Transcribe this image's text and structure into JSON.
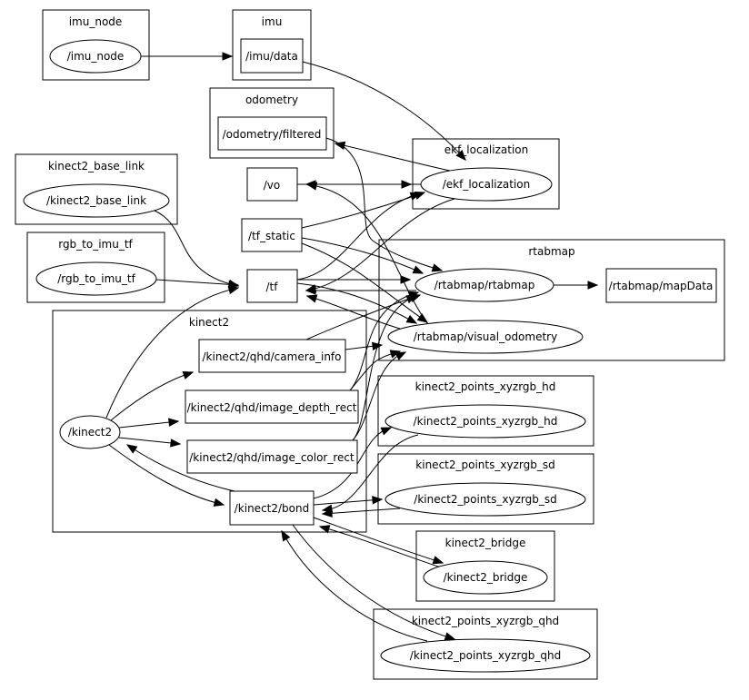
{
  "graph": {
    "colors": {
      "stroke": "#000000",
      "background": "#ffffff"
    },
    "clusters": [
      {
        "id": "imu_node",
        "label": "imu_node"
      },
      {
        "id": "imu",
        "label": "imu"
      },
      {
        "id": "odometry",
        "label": "odometry"
      },
      {
        "id": "ekf_localization",
        "label": "ekf_localization"
      },
      {
        "id": "kinect2_base_link",
        "label": "kinect2_base_link"
      },
      {
        "id": "rgb_to_imu_tf",
        "label": "rgb_to_imu_tf"
      },
      {
        "id": "rtabmap",
        "label": "rtabmap"
      },
      {
        "id": "kinect2",
        "label": "kinect2"
      },
      {
        "id": "kinect2_points_xyzrgb_hd",
        "label": "kinect2_points_xyzrgb_hd"
      },
      {
        "id": "kinect2_points_xyzrgb_sd",
        "label": "kinect2_points_xyzrgb_sd"
      },
      {
        "id": "kinect2_bridge",
        "label": "kinect2_bridge"
      },
      {
        "id": "kinect2_points_xyzrgb_qhd",
        "label": "kinect2_points_xyzrgb_qhd"
      }
    ],
    "nodes": [
      {
        "id": "n_imu_node",
        "label": "/imu_node",
        "kind": "node"
      },
      {
        "id": "t_imu_data",
        "label": "/imu/data",
        "kind": "topic"
      },
      {
        "id": "t_odom_filtered",
        "label": "/odometry/filtered",
        "kind": "topic"
      },
      {
        "id": "n_ekf",
        "label": "/ekf_localization",
        "kind": "node"
      },
      {
        "id": "n_kinect2_base_link",
        "label": "/kinect2_base_link",
        "kind": "node"
      },
      {
        "id": "t_vo",
        "label": "/vo",
        "kind": "topic"
      },
      {
        "id": "t_tf_static",
        "label": "/tf_static",
        "kind": "topic"
      },
      {
        "id": "n_rgb_to_imu_tf",
        "label": "/rgb_to_imu_tf",
        "kind": "node"
      },
      {
        "id": "t_tf",
        "label": "/tf",
        "kind": "topic"
      },
      {
        "id": "n_rtabmap",
        "label": "/rtabmap/rtabmap",
        "kind": "node"
      },
      {
        "id": "t_mapdata",
        "label": "/rtabmap/mapData",
        "kind": "topic"
      },
      {
        "id": "n_visual_odom",
        "label": "/rtabmap/visual_odometry",
        "kind": "node"
      },
      {
        "id": "t_camera_info",
        "label": "/kinect2/qhd/camera_info",
        "kind": "topic"
      },
      {
        "id": "t_depth_rect",
        "label": "/kinect2/qhd/image_depth_rect",
        "kind": "topic"
      },
      {
        "id": "t_color_rect",
        "label": "/kinect2/qhd/image_color_rect",
        "kind": "topic"
      },
      {
        "id": "n_kinect2",
        "label": "/kinect2",
        "kind": "node"
      },
      {
        "id": "t_bond",
        "label": "/kinect2/bond",
        "kind": "topic"
      },
      {
        "id": "n_points_hd",
        "label": "/kinect2_points_xyzrgb_hd",
        "kind": "node"
      },
      {
        "id": "n_points_sd",
        "label": "/kinect2_points_xyzrgb_sd",
        "kind": "node"
      },
      {
        "id": "n_bridge",
        "label": "/kinect2_bridge",
        "kind": "node"
      },
      {
        "id": "n_points_qhd",
        "label": "/kinect2_points_xyzrgb_qhd",
        "kind": "node"
      }
    ],
    "edges": [
      {
        "from": "n_imu_node",
        "to": "t_imu_data"
      },
      {
        "from": "t_imu_data",
        "to": "n_ekf"
      },
      {
        "from": "n_ekf",
        "to": "t_odom_filtered"
      },
      {
        "from": "t_odom_filtered",
        "to": "n_rtabmap"
      },
      {
        "from": "n_ekf",
        "to": "t_vo"
      },
      {
        "from": "t_vo",
        "to": "n_ekf"
      },
      {
        "from": "n_visual_odom",
        "to": "t_vo"
      },
      {
        "from": "t_tf_static",
        "to": "n_ekf"
      },
      {
        "from": "t_tf_static",
        "to": "n_rtabmap"
      },
      {
        "from": "t_tf_static",
        "to": "n_visual_odom"
      },
      {
        "from": "n_kinect2_base_link",
        "to": "t_tf"
      },
      {
        "from": "n_rgb_to_imu_tf",
        "to": "t_tf"
      },
      {
        "from": "n_kinect2",
        "to": "t_tf"
      },
      {
        "from": "n_ekf",
        "to": "t_tf"
      },
      {
        "from": "t_tf",
        "to": "n_ekf"
      },
      {
        "from": "t_tf",
        "to": "n_rtabmap"
      },
      {
        "from": "n_rtabmap",
        "to": "t_tf"
      },
      {
        "from": "t_tf",
        "to": "n_visual_odom"
      },
      {
        "from": "n_visual_odom",
        "to": "t_tf"
      },
      {
        "from": "n_rtabmap",
        "to": "t_mapdata"
      },
      {
        "from": "n_kinect2",
        "to": "t_camera_info"
      },
      {
        "from": "n_kinect2",
        "to": "t_depth_rect"
      },
      {
        "from": "n_kinect2",
        "to": "t_color_rect"
      },
      {
        "from": "t_camera_info",
        "to": "n_rtabmap"
      },
      {
        "from": "t_camera_info",
        "to": "n_visual_odom"
      },
      {
        "from": "t_depth_rect",
        "to": "n_rtabmap"
      },
      {
        "from": "t_depth_rect",
        "to": "n_visual_odom"
      },
      {
        "from": "t_color_rect",
        "to": "n_rtabmap"
      },
      {
        "from": "t_color_rect",
        "to": "n_visual_odom"
      },
      {
        "from": "n_kinect2",
        "to": "t_bond"
      },
      {
        "from": "t_bond",
        "to": "n_kinect2"
      },
      {
        "from": "t_bond",
        "to": "n_points_hd"
      },
      {
        "from": "n_points_hd",
        "to": "t_bond"
      },
      {
        "from": "t_bond",
        "to": "n_points_sd"
      },
      {
        "from": "n_points_sd",
        "to": "t_bond"
      },
      {
        "from": "t_bond",
        "to": "n_bridge"
      },
      {
        "from": "n_bridge",
        "to": "t_bond"
      },
      {
        "from": "t_bond",
        "to": "n_points_qhd"
      },
      {
        "from": "n_points_qhd",
        "to": "t_bond"
      }
    ]
  }
}
